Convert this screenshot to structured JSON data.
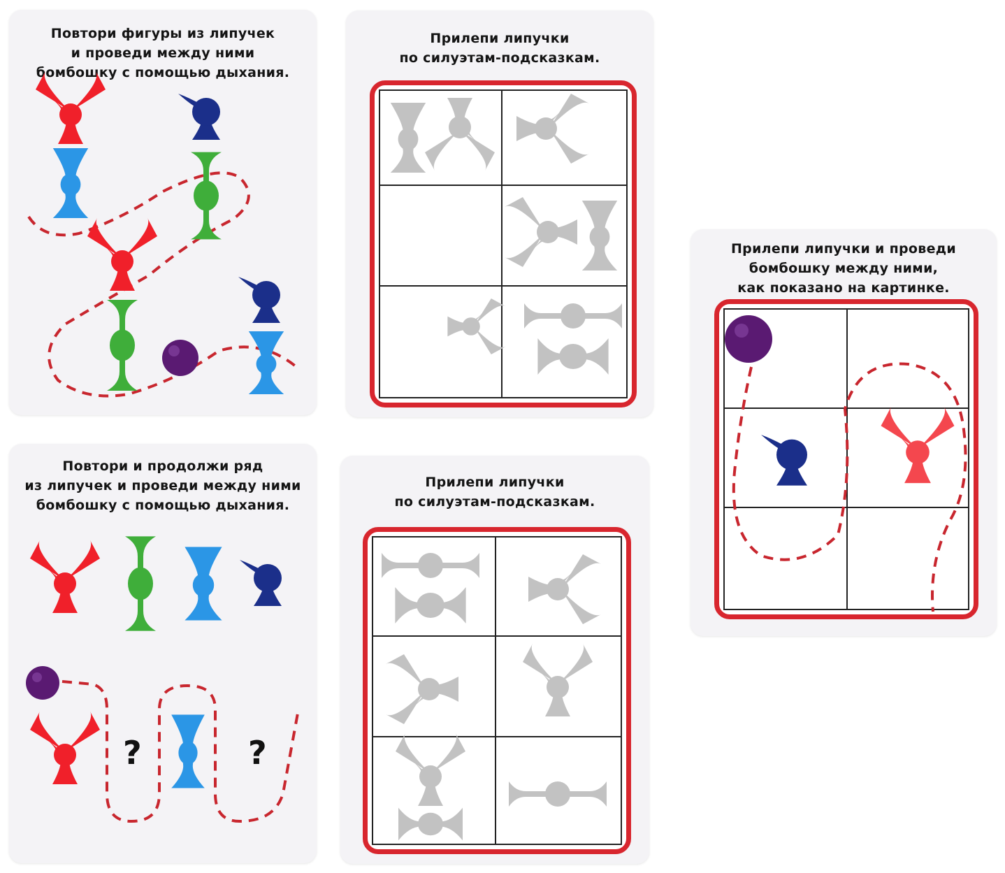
{
  "cards": [
    {
      "title_lines": [
        "Повтори фигуры из липучек",
        "и проведи между ними",
        "бомбошку с помощью дыхания."
      ]
    },
    {
      "title_lines": [
        "Прилепи липучки",
        "по силуэтам-подсказкам."
      ]
    },
    {
      "title_lines": [
        "Прилепи липучки и проведи",
        "бомбошку между ними,",
        "как показано на картинке."
      ]
    },
    {
      "title_lines": [
        "Повтори и продолжи ряд",
        "из липучек и проведи между ними",
        "бомбошку с помощью дыхания."
      ],
      "question_marks": [
        "?",
        "?"
      ]
    },
    {
      "title_lines": [
        "Прилепи липучки",
        "по силуэтам-подсказкам."
      ]
    }
  ],
  "colors": {
    "red": "#f0202a",
    "green": "#3fae3a",
    "light_blue": "#2b96e6",
    "navy": "#1b2f8a",
    "purple": "#5a1a72",
    "silhouette": "#c2c2c2",
    "frame_red": "#d8262e",
    "dashed_path": "#c8262e"
  }
}
